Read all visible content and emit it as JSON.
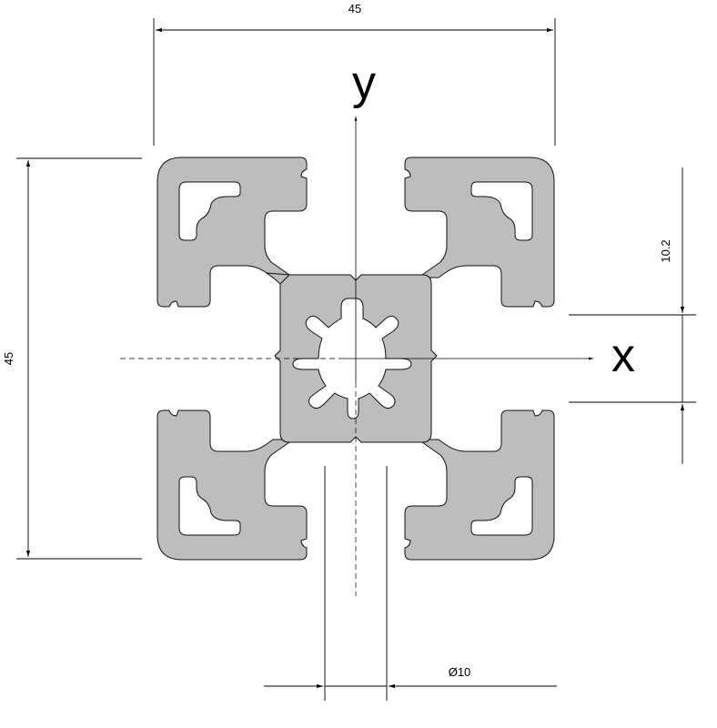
{
  "dimensions": {
    "width": "45",
    "height": "45",
    "slot_offset": "10.2",
    "bore": "Ø10"
  },
  "axes": {
    "x_label": "x",
    "y_label": "y"
  },
  "colors": {
    "profile_fill": "#bdbdbd",
    "outline": "#111111",
    "background": "#ffffff"
  }
}
